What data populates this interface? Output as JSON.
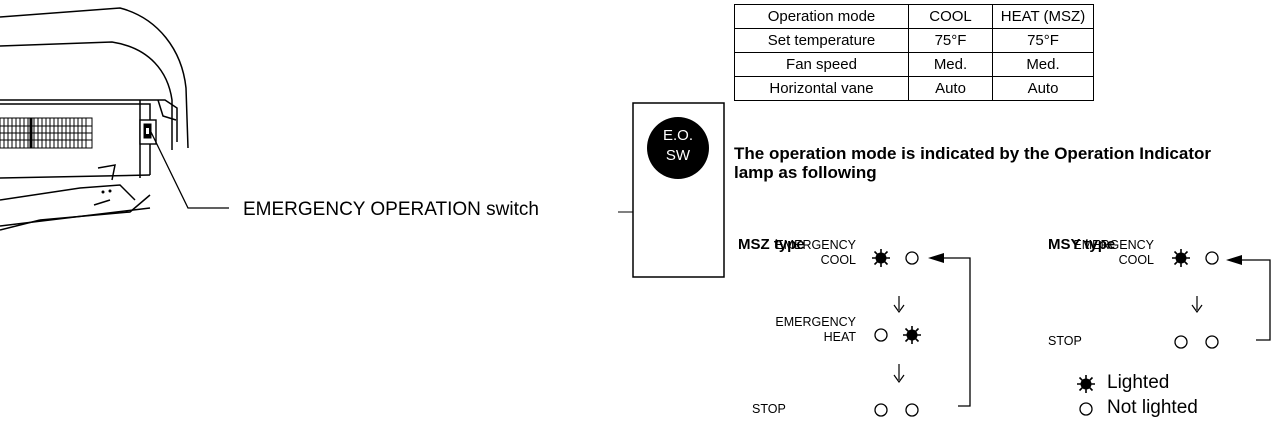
{
  "switch_label": "EMERGENCY OPERATION switch",
  "switch_badge": {
    "line1": "E.O.",
    "line2": "SW"
  },
  "table": {
    "headers": [
      "Operation mode",
      "COOL",
      "HEAT (MSZ)"
    ],
    "rows": [
      [
        "Set temperature",
        "75°F",
        "75°F"
      ],
      [
        "Fan speed",
        "Med.",
        "Med."
      ],
      [
        "Horizontal vane",
        "Auto",
        "Auto"
      ]
    ]
  },
  "note": "The operation mode is indicated by the Operation Indicator lamp as following",
  "msz": {
    "title": "MSZ type",
    "modes": [
      {
        "line1": "EMERGENCY",
        "line2": "COOL"
      },
      {
        "line1": "EMERGENCY",
        "line2": "HEAT"
      },
      {
        "line1": "STOP",
        "line2": ""
      }
    ]
  },
  "msy": {
    "title": "MSY type",
    "modes": [
      {
        "line1": "EMERGENCY",
        "line2": "COOL"
      },
      {
        "line1": "STOP",
        "line2": ""
      }
    ]
  },
  "legend": {
    "lighted": "Lighted",
    "not_lighted": "Not lighted"
  }
}
